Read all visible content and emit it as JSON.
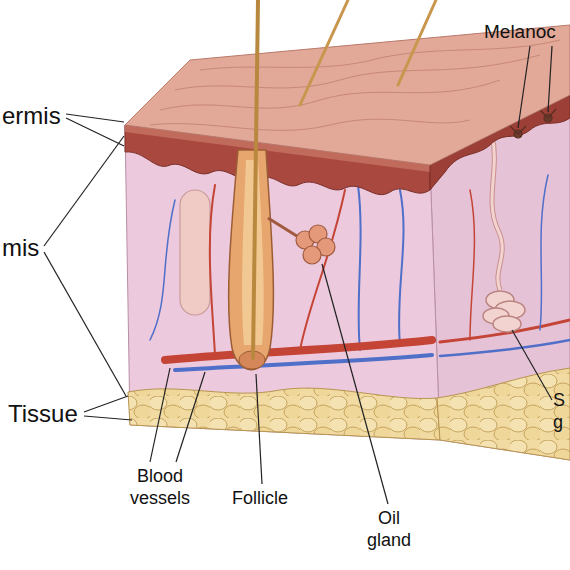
{
  "diagram": {
    "labels": [
      "ermis",
      "mis",
      "Tissue",
      "Melanoc",
      "Blood vessels",
      "Follicle",
      "Oil gland",
      "S g"
    ]
  }
}
